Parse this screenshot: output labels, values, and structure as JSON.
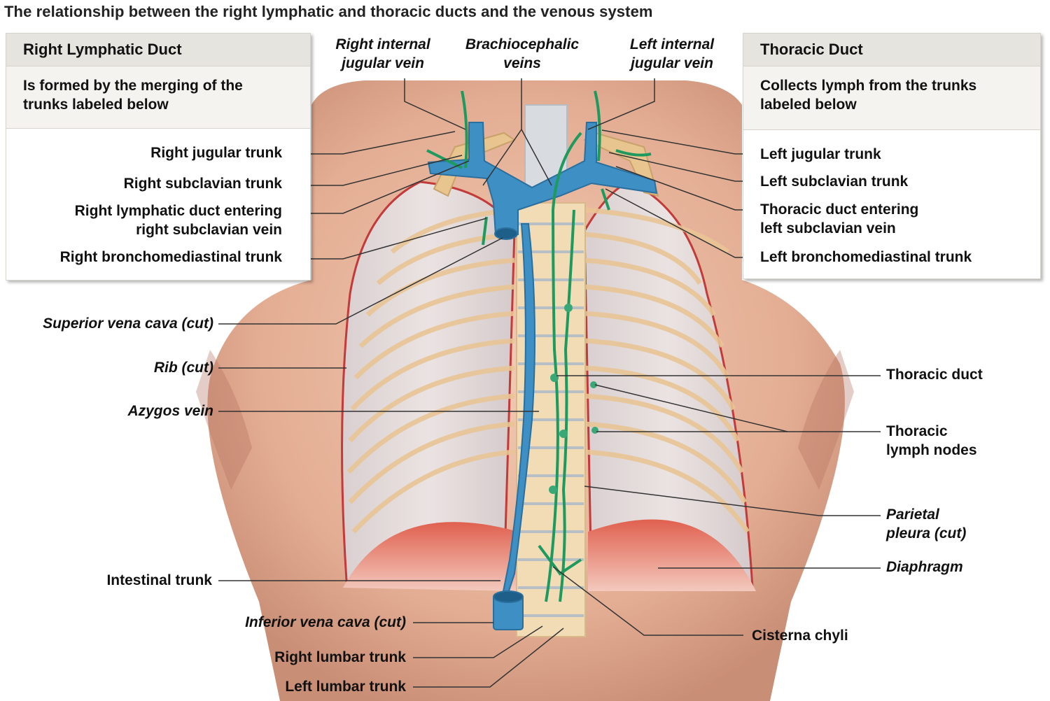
{
  "title": "The relationship between the right lymphatic and thoracic ducts and the venous system",
  "boxes": {
    "right_lymphatic": {
      "header": "Right Lymphatic Duct",
      "sub": [
        "Is formed by the merging of the",
        "trunks labeled below"
      ]
    },
    "thoracic": {
      "header": "Thoracic Duct",
      "sub": [
        "Collects lymph from the trunks",
        "labeled below"
      ]
    }
  },
  "labels": {
    "right_internal_jugular": [
      "Right internal",
      "jugular vein"
    ],
    "brachiocephalic": [
      "Brachiocephalic",
      "veins"
    ],
    "left_internal_jugular": [
      "Left internal",
      "jugular vein"
    ],
    "right_jugular_trunk": "Right jugular trunk",
    "right_subclavian_trunk": "Right subclavian trunk",
    "right_lymphatic_entering": [
      "Right lymphatic duct entering",
      "right subclavian vein"
    ],
    "right_bronchomediastinal": "Right bronchomediastinal trunk",
    "left_jugular_trunk": "Left jugular trunk",
    "left_subclavian_trunk": "Left subclavian trunk",
    "thoracic_entering": [
      "Thoracic duct entering",
      "left subclavian vein"
    ],
    "left_bronchomediastinal": "Left bronchomediastinal trunk",
    "superior_vena_cava": "Superior vena cava (cut)",
    "rib": "Rib (cut)",
    "azygos": "Azygos vein",
    "thoracic_duct": "Thoracic duct",
    "thoracic_lymph_nodes": [
      "Thoracic",
      "lymph nodes"
    ],
    "parietal_pleura": [
      "Parietal",
      "pleura (cut)"
    ],
    "diaphragm": "Diaphragm",
    "intestinal_trunk": "Intestinal trunk",
    "inferior_vena_cava": "Inferior vena cava (cut)",
    "cisterna_chyli": "Cisterna chyli",
    "right_lumbar": "Right lumbar trunk",
    "left_lumbar": "Left lumbar trunk"
  },
  "colors": {
    "vein": "#3e8fc4",
    "lymph": "#1f9a5e",
    "skin": "#e9b9a0",
    "rib": "#eec79a",
    "diaphragm": "#d94a3c",
    "leader": "#333333"
  }
}
